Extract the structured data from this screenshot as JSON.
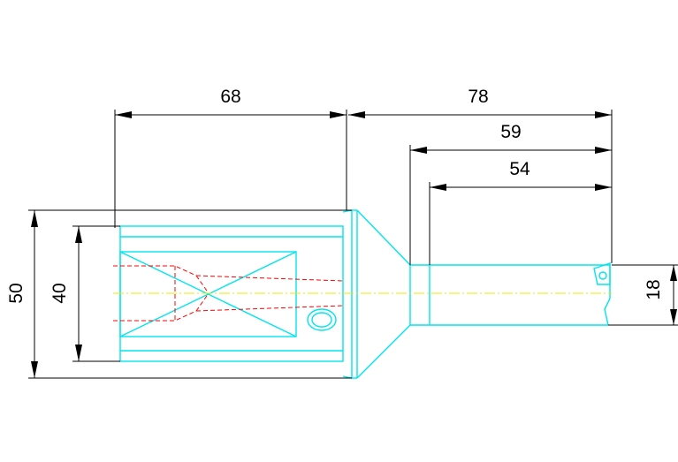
{
  "drawing": {
    "dimensions": {
      "body_length": "68",
      "tool_length": "78",
      "shank_to_tip": "59",
      "shank_usable": "54",
      "flange_diameter": "50",
      "body_diameter": "40",
      "shank_diameter": "18"
    },
    "colors": {
      "outline": "#00e5ee",
      "hidden_lines": "#ff0000",
      "centerline": "#e8e800",
      "dimension_lines": "#000000",
      "background": "#ffffff"
    }
  }
}
